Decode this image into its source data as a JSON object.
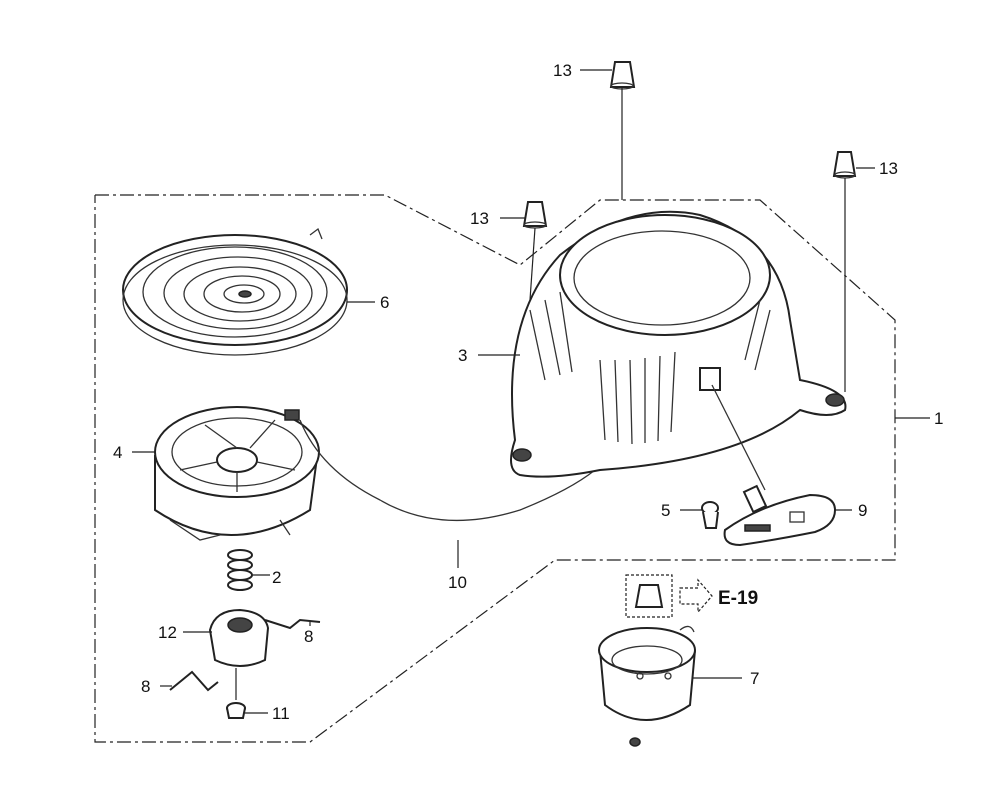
{
  "title": "Recoil starter exploded parts diagram",
  "callouts": [
    {
      "id": "c13a",
      "number": "13"
    },
    {
      "id": "c13b",
      "number": "13"
    },
    {
      "id": "c13c",
      "number": "13"
    },
    {
      "id": "c6",
      "number": "6"
    },
    {
      "id": "c3",
      "number": "3"
    },
    {
      "id": "c1",
      "number": "1"
    },
    {
      "id": "c4",
      "number": "4"
    },
    {
      "id": "c5",
      "number": "5"
    },
    {
      "id": "c9",
      "number": "9"
    },
    {
      "id": "c2",
      "number": "2"
    },
    {
      "id": "c10",
      "number": "10"
    },
    {
      "id": "c12",
      "number": "12"
    },
    {
      "id": "c8a",
      "number": "8"
    },
    {
      "id": "c8b",
      "number": "8"
    },
    {
      "id": "c7",
      "number": "7"
    },
    {
      "id": "c11",
      "number": "11"
    }
  ],
  "reference": {
    "label": "E-19"
  }
}
